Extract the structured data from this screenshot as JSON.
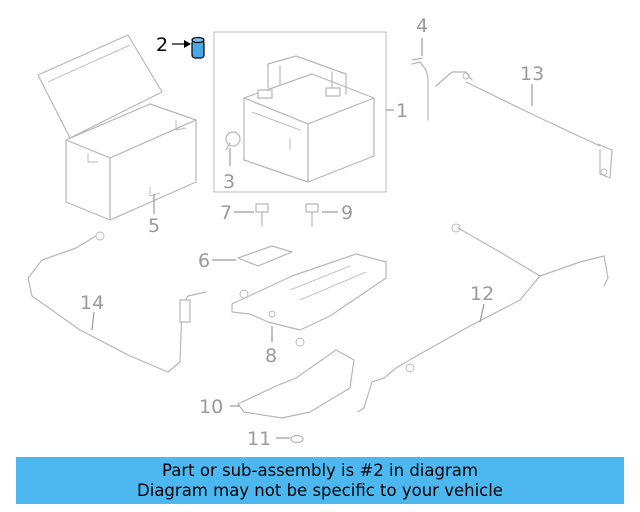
{
  "colors": {
    "caption_background": "#4db8f0",
    "highlight_part": "#4aa8e8",
    "line_art": "#b7b7b7",
    "callout_text": "#9a9a9a",
    "highlight_text": "#000000"
  },
  "highlighted_part": "2",
  "callouts": [
    {
      "id": "1",
      "label": "1"
    },
    {
      "id": "2",
      "label": "2"
    },
    {
      "id": "3",
      "label": "3"
    },
    {
      "id": "4",
      "label": "4"
    },
    {
      "id": "5",
      "label": "5"
    },
    {
      "id": "6",
      "label": "6"
    },
    {
      "id": "7",
      "label": "7"
    },
    {
      "id": "8",
      "label": "8"
    },
    {
      "id": "9",
      "label": "9"
    },
    {
      "id": "10",
      "label": "10"
    },
    {
      "id": "11",
      "label": "11"
    },
    {
      "id": "12",
      "label": "12"
    },
    {
      "id": "13",
      "label": "13"
    },
    {
      "id": "14",
      "label": "14"
    }
  ],
  "caption": {
    "line1": "Part or sub-assembly is #2 in diagram",
    "line2": "Diagram may not be specific to your vehicle"
  }
}
